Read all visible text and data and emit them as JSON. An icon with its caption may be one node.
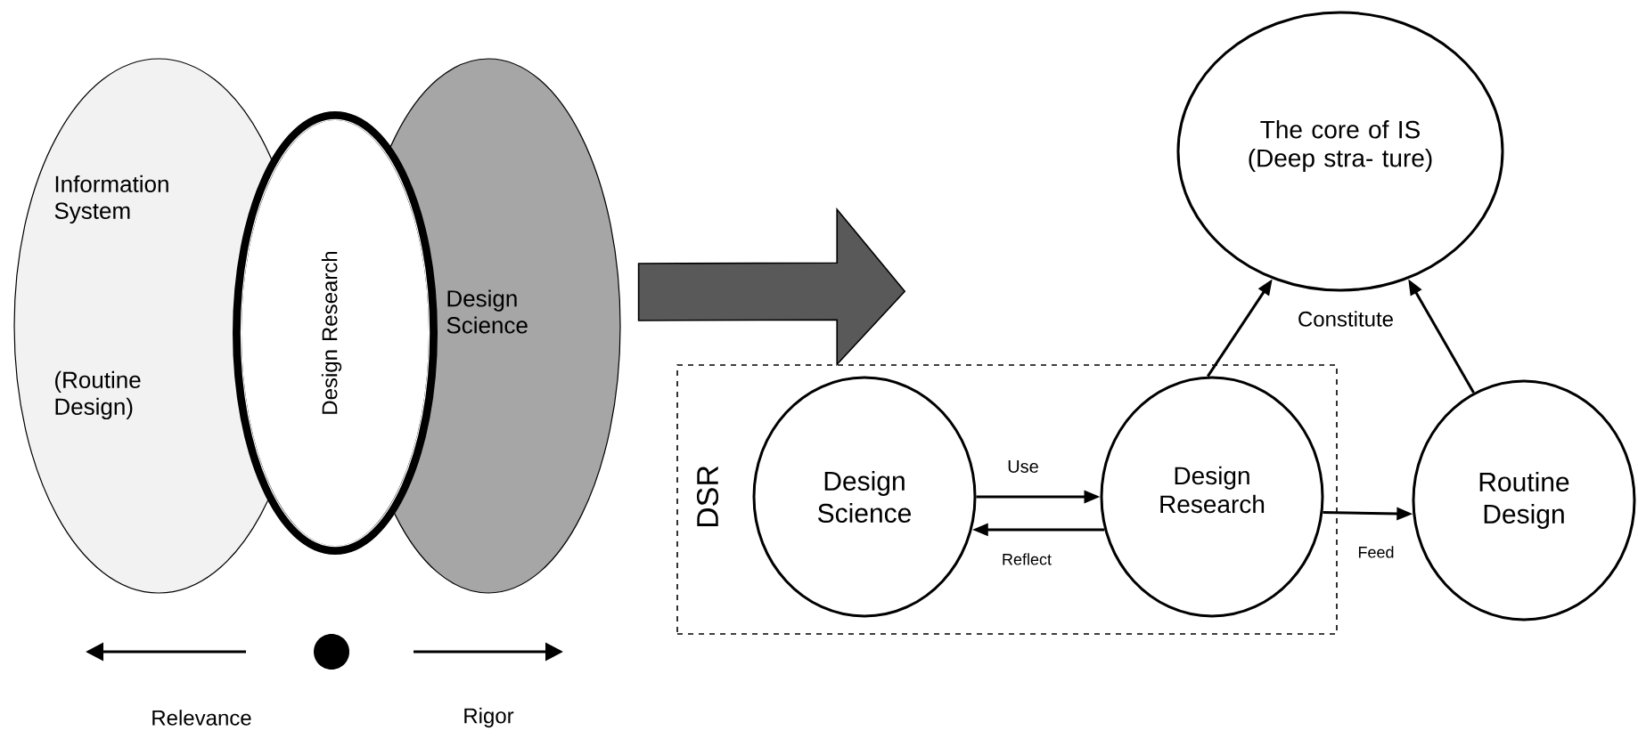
{
  "diagram": {
    "nodes": [
      {
        "text": [
          "Information System",
          "(Routine Design)"
        ]
      },
      {
        "text": [
          "Design Science"
        ]
      },
      {
        "text": [
          "Design Research"
        ]
      },
      {
        "text": [
          "The core of IS (Deep stra- ture)"
        ]
      },
      {
        "text": [
          "DSR"
        ]
      },
      {
        "text": [
          "Design Science"
        ],
        "in": 4
      },
      {
        "text": [
          "Design Research"
        ],
        "in": 4
      },
      {
        "text": [
          "Routine Design"
        ]
      }
    ],
    "edges": [
      {
        "from": 5,
        "to": 6,
        "arrow": "to",
        "label": "Use"
      },
      {
        "from": 6,
        "to": 5,
        "arrow": "to",
        "label": "Reflect"
      },
      {
        "from": 6,
        "to": 7,
        "arrow": "to",
        "label": "Feed"
      },
      {
        "from": 6,
        "to": 3,
        "arrow": "to",
        "label": "Constitute"
      },
      {
        "from": 7,
        "to": 3,
        "arrow": "to"
      },
      {
        "from": 1,
        "to": 4,
        "arrow": "to",
        "style": "thick"
      }
    ],
    "labels": [
      "Relevance",
      "Rigor"
    ]
  }
}
